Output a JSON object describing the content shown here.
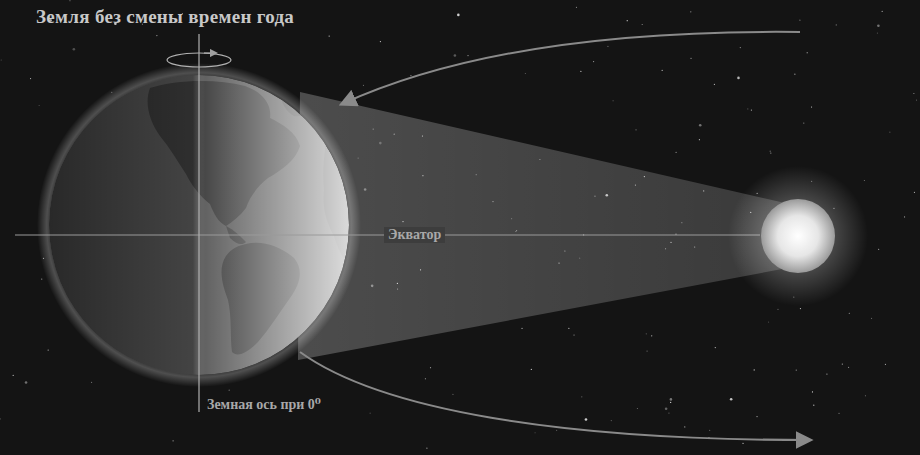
{
  "diagram": {
    "title": "Земля без смены времен года",
    "labels": [
      "Экватор",
      "Земная ось при 0⁰"
    ]
  }
}
